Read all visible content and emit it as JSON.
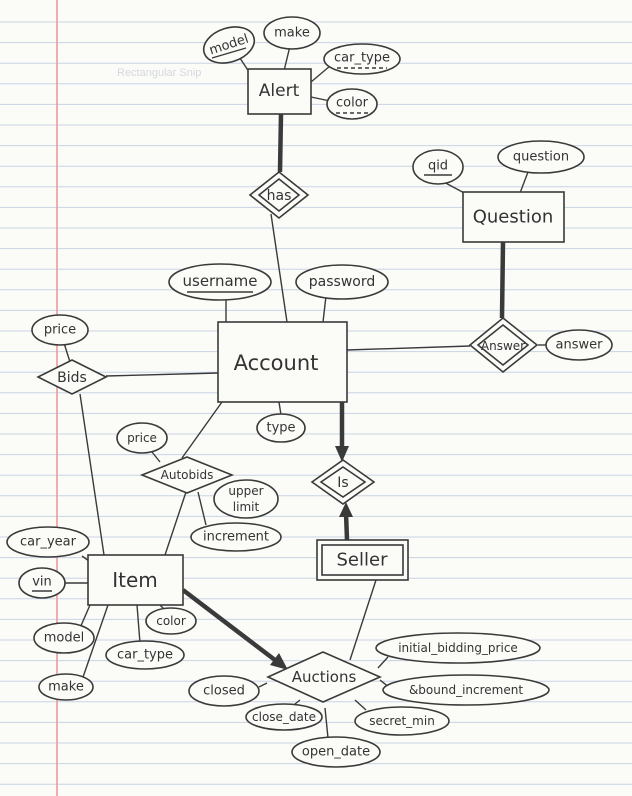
{
  "colors": {
    "ink": "#3a3a3a",
    "paper": "#fbfbf8",
    "rule": "#c9d4e4",
    "margin": "#ef9a9a"
  },
  "overlay_text": "Rectangular Snip",
  "entities": {
    "alert": "Alert",
    "question": "Question",
    "account": "Account",
    "seller": "Seller",
    "item": "Item"
  },
  "relationships": {
    "has": "has",
    "answer": "Answer",
    "bids": "Bids",
    "autobids": "Autobids",
    "is": "Is",
    "auctions": "Auctions"
  },
  "attributes": {
    "alert_model": "model",
    "alert_make": "make",
    "alert_car_type": "car_type",
    "alert_color": "color",
    "qid": "qid",
    "question": "question",
    "username": "username",
    "password": "password",
    "answer": "answer",
    "bids_price": "price",
    "autobids_price": "price",
    "type": "type",
    "upper_limit_1": "upper",
    "upper_limit_2": "limit",
    "increment": "increment",
    "car_year": "car_year",
    "vin": "vin",
    "item_color": "color",
    "item_model": "model",
    "item_car_type": "car_type",
    "item_make": "make",
    "initial_bidding_price": "initial_bidding_price",
    "closed": "closed",
    "bound_increment": "&bound_increment",
    "close_date": "close_date",
    "secret_min": "secret_min",
    "open_date": "open_date"
  }
}
